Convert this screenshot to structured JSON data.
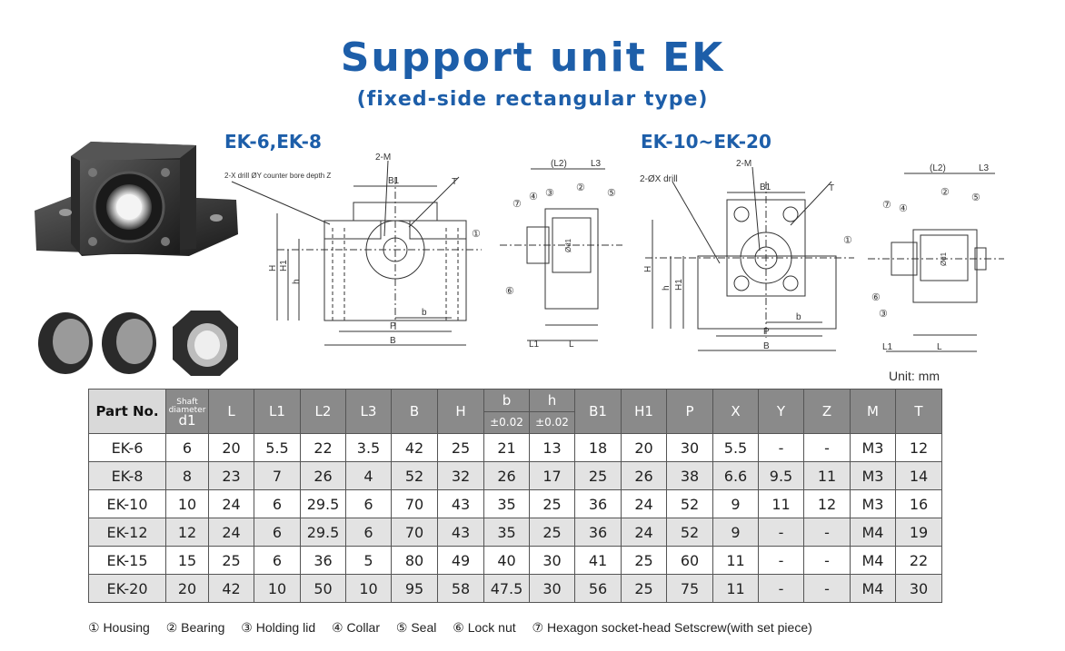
{
  "header": {
    "title": "Support unit EK",
    "subtitle": "(fixed-side rectangular type)"
  },
  "sections": {
    "left": "EK-6,EK-8",
    "right": "EK-10~EK-20"
  },
  "drawing_small": {
    "note_holes": "2-X drill ØY counter bore depth Z",
    "m_label": "2-M",
    "t_label": "T",
    "b1": "B1",
    "b": "b",
    "p": "P",
    "bb": "B",
    "h": "H",
    "h1": "H1",
    "hh": "h",
    "l2": "(L2)",
    "l3": "L3",
    "l1": "L1",
    "l": "L",
    "d1": "Ød1",
    "n1": "①",
    "n2": "②",
    "n3": "③",
    "n4": "④",
    "n5": "⑤",
    "n6": "⑥",
    "n7": "⑦"
  },
  "drawing_large": {
    "note_holes": "2-ØX drill",
    "m_label": "2-M",
    "t_label": "T",
    "b1": "B1",
    "b": "b",
    "p": "P",
    "bb": "B",
    "h": "H",
    "h1": "H1",
    "hh": "h",
    "l2": "(L2)",
    "l3": "L3",
    "l1": "L1",
    "l": "L",
    "d1": "Ød1",
    "n1": "①",
    "n2": "②",
    "n3": "③",
    "n4": "④",
    "n5": "⑤",
    "n6": "⑥",
    "n7": "⑦"
  },
  "unit": "Unit: mm",
  "table": {
    "col_part": "Part No.",
    "col_shaft_small": "Shaft diameter",
    "col_shaft_d1": "d1",
    "cols": [
      "L",
      "L1",
      "L2",
      "L3",
      "B",
      "H"
    ],
    "col_b": "b",
    "col_b_tol": "±0.02",
    "col_h": "h",
    "col_h_tol": "±0.02",
    "cols2": [
      "B1",
      "H1",
      "P",
      "X",
      "Y",
      "Z",
      "M",
      "T"
    ],
    "rows": [
      [
        "EK-6",
        "6",
        "20",
        "5.5",
        "22",
        "3.5",
        "42",
        "25",
        "21",
        "13",
        "18",
        "20",
        "30",
        "5.5",
        "-",
        "-",
        "M3",
        "12"
      ],
      [
        "EK-8",
        "8",
        "23",
        "7",
        "26",
        "4",
        "52",
        "32",
        "26",
        "17",
        "25",
        "26",
        "38",
        "6.6",
        "9.5",
        "11",
        "M3",
        "14"
      ],
      [
        "EK-10",
        "10",
        "24",
        "6",
        "29.5",
        "6",
        "70",
        "43",
        "35",
        "25",
        "36",
        "24",
        "52",
        "9",
        "11",
        "12",
        "M3",
        "16"
      ],
      [
        "EK-12",
        "12",
        "24",
        "6",
        "29.5",
        "6",
        "70",
        "43",
        "35",
        "25",
        "36",
        "24",
        "52",
        "9",
        "-",
        "-",
        "M4",
        "19"
      ],
      [
        "EK-15",
        "15",
        "25",
        "6",
        "36",
        "5",
        "80",
        "49",
        "40",
        "30",
        "41",
        "25",
        "60",
        "11",
        "-",
        "-",
        "M4",
        "22"
      ],
      [
        "EK-20",
        "20",
        "42",
        "10",
        "50",
        "10",
        "95",
        "58",
        "47.5",
        "30",
        "56",
        "25",
        "75",
        "11",
        "-",
        "-",
        "M4",
        "30"
      ]
    ]
  },
  "legend": [
    "① Housing",
    "② Bearing",
    "③ Holding lid",
    "④ Collar",
    "⑤ Seal",
    "⑥ Lock nut",
    "⑦ Hexagon socket-head Setscrew(with set piece)"
  ],
  "colors": {
    "brand": "#1d5ea9",
    "header_gray": "#8a8a8a",
    "row_alt": "#e3e3e3"
  }
}
